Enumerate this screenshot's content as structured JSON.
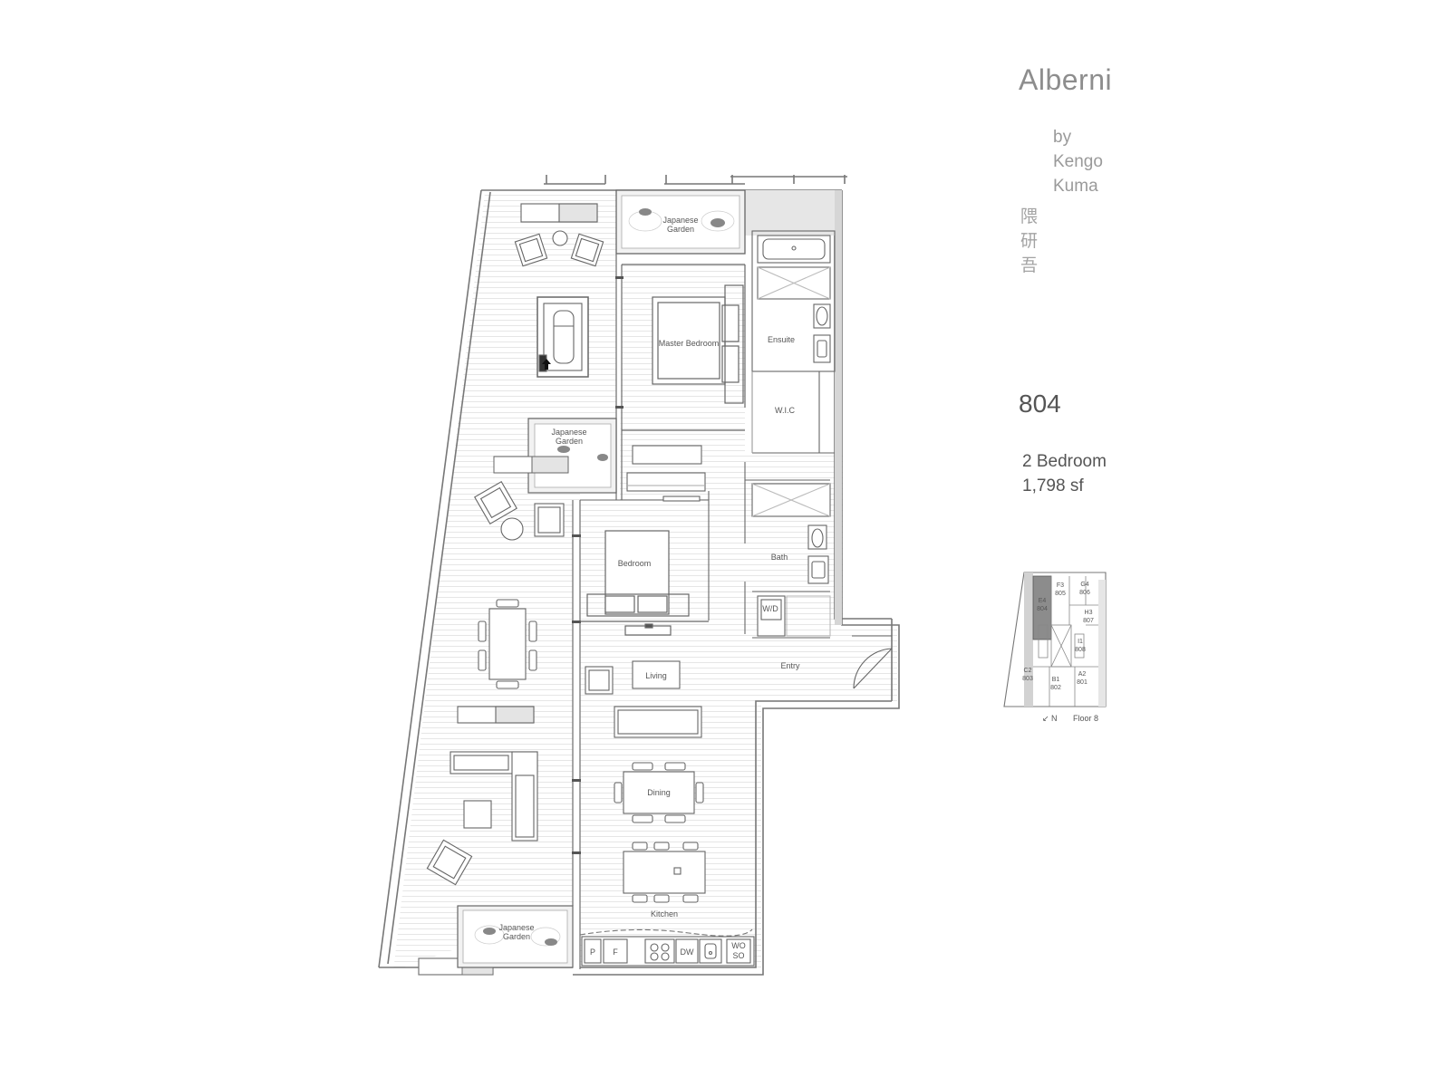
{
  "header": {
    "project": "Alberni",
    "by_lines": [
      "by",
      "Kengo",
      "Kuma"
    ],
    "kanji": [
      "隈",
      "研",
      "吾"
    ]
  },
  "unit": {
    "number": "804",
    "bedrooms": "2 Bedroom",
    "area": "1,798 sf"
  },
  "rooms": {
    "japanese_garden_top": [
      "Japanese",
      "Garden"
    ],
    "japanese_garden_mid": [
      "Japanese",
      "Garden"
    ],
    "japanese_garden_bottom": [
      "Japanese",
      "Garden"
    ],
    "master_bedroom": "Master Bedroom",
    "ensuite": "Ensuite",
    "wic": "W.I.C",
    "bedroom": "Bedroom",
    "bath": "Bath",
    "wd": "W/D",
    "entry": "Entry",
    "living": "Living",
    "dining": "Dining",
    "kitchen": "Kitchen"
  },
  "appliances": {
    "pantry": "P",
    "fridge": "F",
    "dishwasher": "DW",
    "wall_oven": [
      "WO",
      "SO"
    ]
  },
  "key_plan": {
    "north": "↙ N",
    "floor": "Floor 8",
    "units": [
      {
        "code": "E4",
        "num": "804"
      },
      {
        "code": "F3",
        "num": "805"
      },
      {
        "code": "G4",
        "num": "806"
      },
      {
        "code": "H3",
        "num": "807"
      },
      {
        "code": "I1",
        "num": "808"
      },
      {
        "code": "C2",
        "num": "803"
      },
      {
        "code": "B1",
        "num": "802"
      },
      {
        "code": "A2",
        "num": "801"
      }
    ]
  }
}
